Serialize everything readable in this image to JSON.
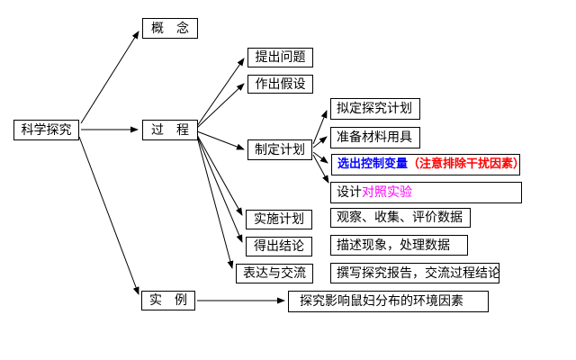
{
  "nodes": {
    "root": {
      "label": "科学探究"
    },
    "concept": {
      "label": "概　念"
    },
    "process": {
      "label": "过　程"
    },
    "ask_question": {
      "label": "提出问题"
    },
    "make_hypothesis": {
      "label": "作出假设"
    },
    "make_plan": {
      "label": "制定计划"
    },
    "draft_plan": {
      "label": "拟定探究计划"
    },
    "prepare_materials": {
      "label": "准备材料用具"
    },
    "select_variables": {
      "part1": "选出控制变量",
      "part2": "（注意排除干扰因素）"
    },
    "design_experiment": {
      "part1": "设计",
      "part2": "对照实验"
    },
    "implement_plan": {
      "label": "实施计划"
    },
    "draw_conclusion": {
      "label": "得出结论"
    },
    "express_communicate": {
      "label": "表达与交流"
    },
    "observe_collect": {
      "label": "观察、收集、评价数据"
    },
    "describe_data": {
      "label": "描述现象，处理数据"
    },
    "write_report": {
      "label": "撰写探究报告，交流过程结论"
    },
    "example": {
      "label": "实　例"
    },
    "example_detail": {
      "label": "探究影响鼠妇分布的环境因素"
    }
  },
  "colors": {
    "select_variables_main": "#0000ff",
    "select_variables_note": "#ff0000",
    "design_experiment_highlight": "#ff00ff",
    "box_border": "#000000",
    "text": "#000000",
    "background": "#ffffff",
    "arrow": "#000000"
  }
}
